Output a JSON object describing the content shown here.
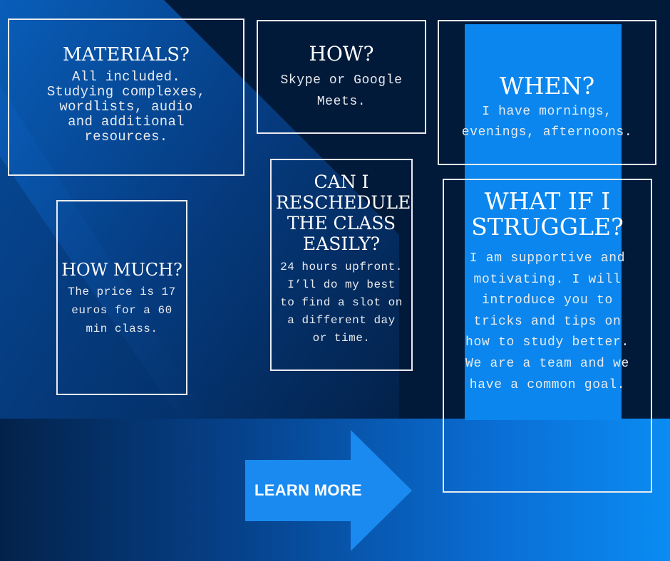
{
  "cards": {
    "materials": {
      "title": "MATERIALS?",
      "body": "All included. Studying complexes, wordlists, audio and additional resources."
    },
    "how": {
      "title": "HOW?",
      "body": "Skype or Google Meets."
    },
    "when": {
      "title": "WHEN?",
      "body": "I have mornings, evenings, afternoons."
    },
    "reschedule": {
      "title": "CAN I RESCHEDULE THE CLASS EASILY?",
      "body": "24 hours upfront. I’ll do my best to find a slot on a different day or time."
    },
    "how_much": {
      "title": "HOW MUCH?",
      "body": "The price is 17 euros for a 60 min class."
    },
    "struggle": {
      "title": "WHAT IF I STRUGGLE?",
      "body": "I am supportive and motivating. I will introduce you to tricks and tips on how to study better. We are a team and we have a common goal."
    }
  },
  "cta": {
    "label": "LEARN MORE",
    "color": "#1a8af0"
  },
  "colors": {
    "navy": "#021a3a",
    "blue": "#0a86ee",
    "border": "#e9ecef"
  }
}
